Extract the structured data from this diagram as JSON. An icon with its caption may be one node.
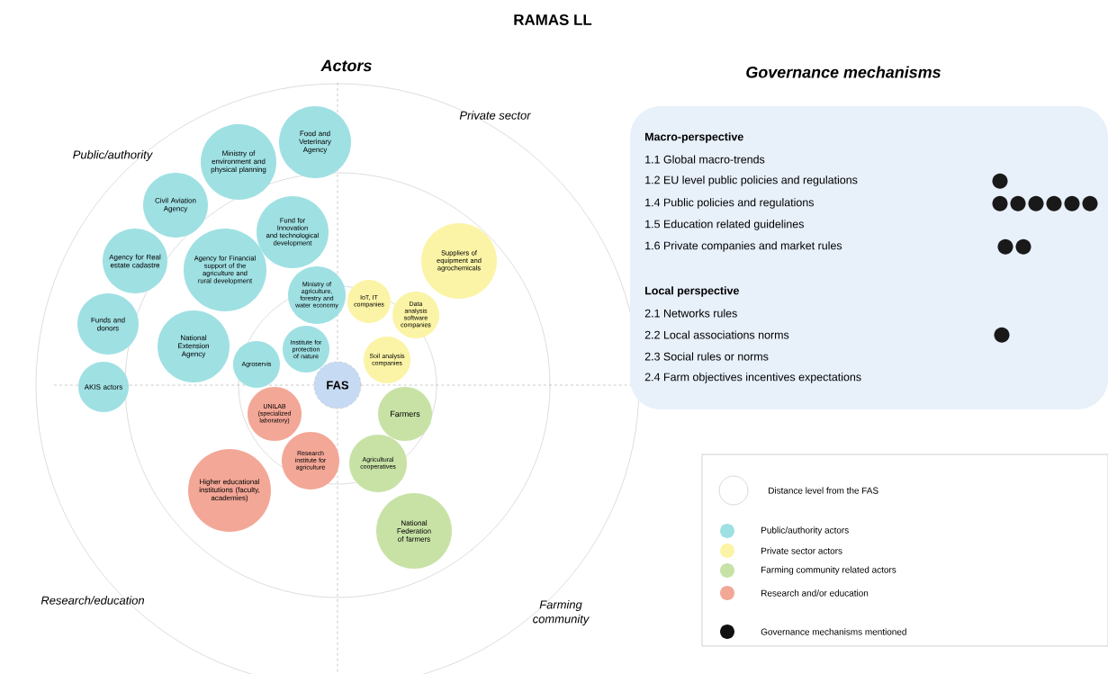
{
  "diagram": {
    "title": "RAMAS LL",
    "nodes": [
      {
        "text": [
          "Food and Veterinary Agency"
        ]
      },
      {
        "text": [
          "Ministry of environment and physical planning"
        ]
      },
      {
        "text": [
          "Civil Aviation Agency"
        ]
      },
      {
        "text": [
          "Fund for Innovation and technological development"
        ]
      },
      {
        "text": [
          "Agency for Real estate cadastre"
        ]
      },
      {
        "text": [
          "Agency for Financial support of the agriculture and rural development"
        ]
      },
      {
        "text": [
          "Funds and donors"
        ]
      },
      {
        "text": [
          "National Extension Agency"
        ]
      },
      {
        "text": [
          "Ministry of agriculture, forestry and water economy"
        ]
      },
      {
        "text": [
          "Institute for protection of nature"
        ]
      },
      {
        "text": [
          "Agroservis"
        ]
      },
      {
        "text": [
          "AKIS actors"
        ]
      },
      {
        "text": [
          "Suppliers of equipment and agrochemicals"
        ]
      },
      {
        "text": [
          "IoT, IT companies"
        ]
      },
      {
        "text": [
          "Data analysis software companies"
        ]
      },
      {
        "text": [
          "Soil analysis companies"
        ]
      },
      {
        "text": [
          "FAS"
        ]
      },
      {
        "text": [
          "UNILAB (specialized laboratory)"
        ]
      },
      {
        "text": [
          "Farmers"
        ]
      },
      {
        "text": [
          "Research institute for agriculture"
        ]
      },
      {
        "text": [
          "Agricultural cooperatives"
        ]
      },
      {
        "text": [
          "Higher educational institutions (faculty, academies)"
        ]
      },
      {
        "text": [
          "National Federation of farmers"
        ]
      },
      {
        "text": [
          "Macro-perspective",
          "1.1 Global macro-trends",
          "1.2 EU level public policies and regulations",
          "1.4 Public policies and regulations",
          "1.5 Education related guidelines",
          "1.6 Private companies and market rules",
          "Local perspective",
          "2.1 Networks rules",
          "2.2 Local associations norms",
          "2.3 Social rules or norms",
          "2.4 Farm objectives incentives expectations"
        ]
      }
    ],
    "labels": [
      "Actors",
      "Governance mechanisms",
      "Private sector",
      "Public/authority",
      "Research/education",
      "Farming community"
    ],
    "legend": [
      {
        "text": "Distance level from the FAS"
      },
      {
        "text": "Public/authority actors",
        "color": "#9fe0e3"
      },
      {
        "text": "Private sector actors",
        "color": "#fbf4a6"
      },
      {
        "text": "Farming community related actors",
        "color": "#c8e2a6"
      },
      {
        "text": "Research and/or education",
        "color": "#f3a797"
      },
      {
        "text": "Governance mechanisms mentioned",
        "color": "#111111"
      }
    ]
  }
}
